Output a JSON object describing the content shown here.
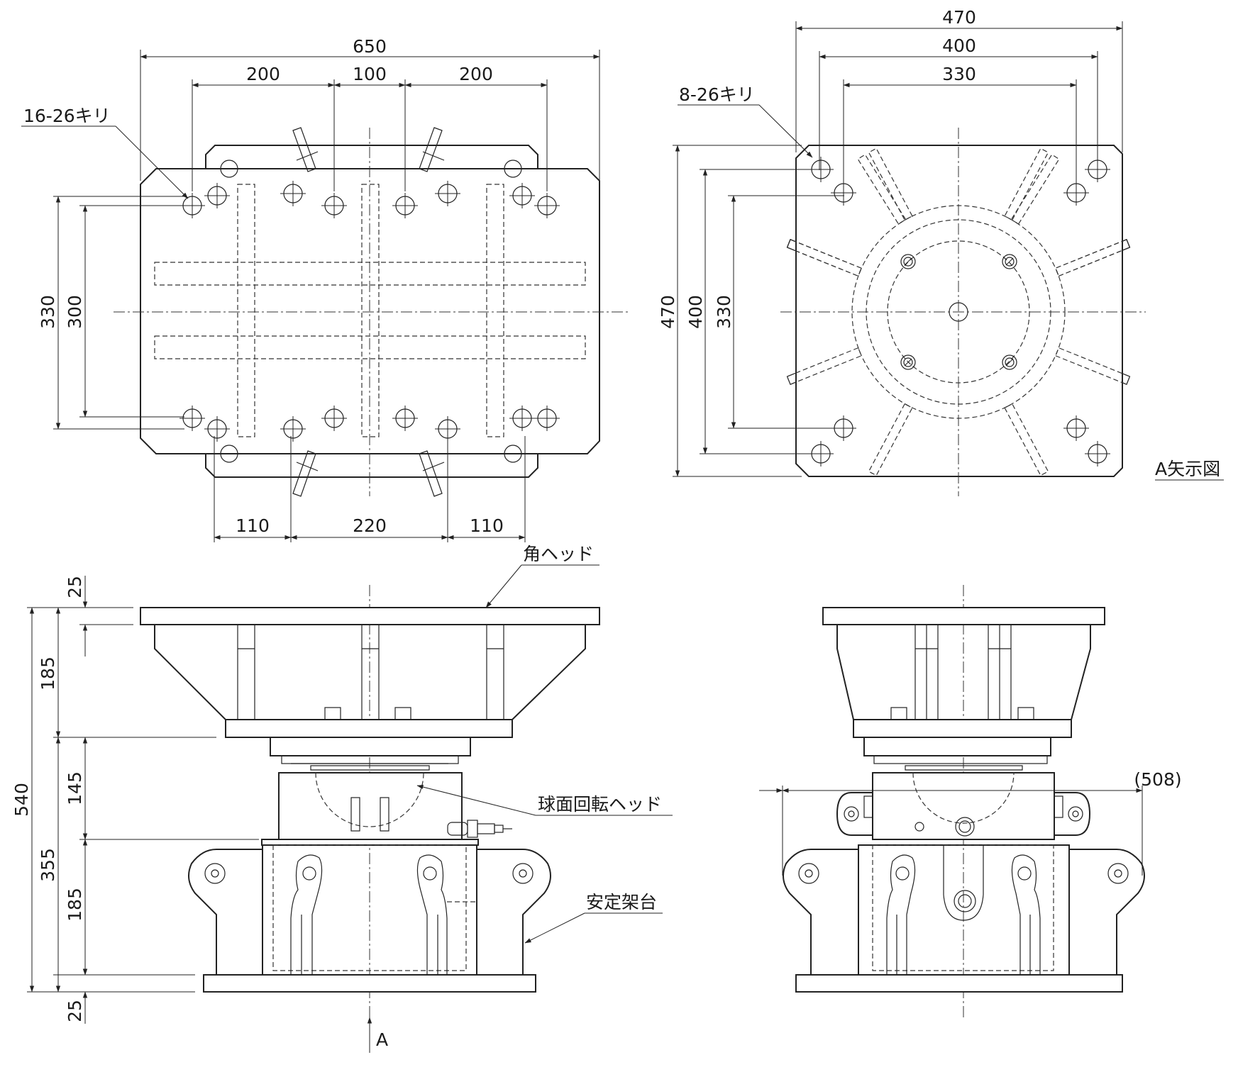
{
  "drawing": {
    "plan_view_dims": {
      "overall_width": "650",
      "hole_pitch_left": "200",
      "hole_pitch_center": "100",
      "hole_pitch_right": "200",
      "bottom_left": "110",
      "bottom_center": "220",
      "bottom_right": "110",
      "height_outer": "330",
      "height_inner": "300",
      "hole_note": "16-26キリ"
    },
    "arrow_view_dims": {
      "width_outer": "470",
      "width_middle": "400",
      "width_inner": "330",
      "height_outer": "470",
      "height_middle": "400",
      "height_inner": "330",
      "hole_note": "8-26キリ",
      "view_title": "A矢示図"
    },
    "side_view_dims": {
      "top_plate": "25",
      "head_height": "185",
      "total_height": "540",
      "head_section": "145",
      "base_section": "355",
      "stand_height": "185",
      "bottom_plate": "25",
      "width_ref": "(508)"
    },
    "labels": {
      "square_head": "角ヘッド",
      "spherical_head": "球面回転ヘッド",
      "stabilizer_base": "安定架台",
      "view_arrow": "A"
    }
  }
}
